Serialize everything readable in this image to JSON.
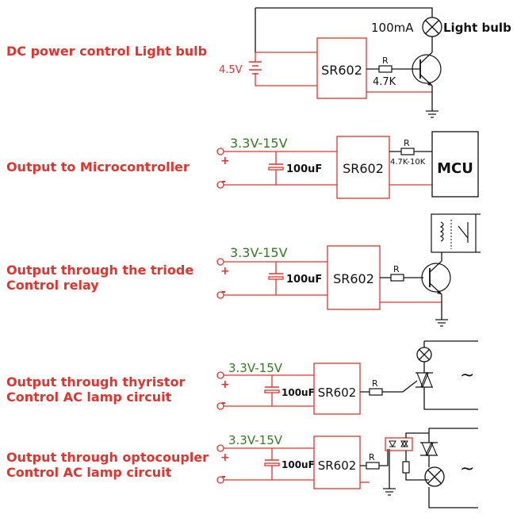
{
  "colors": {
    "red": "#e5322d",
    "green": "#2f7d1f",
    "black": "#111111"
  },
  "sections": [
    {
      "title_lines": [
        "DC power control Light bulb"
      ],
      "module": "SR602",
      "resistor_label": "R",
      "resistor_value": "4.7K",
      "battery_voltage": "4.5V",
      "bulb_current": "100mA",
      "bulb_label": "Light bulb"
    },
    {
      "title_lines": [
        "Output to Microcontroller"
      ],
      "voltage_range": "3.3V-15V",
      "capacitor": "100uF",
      "module": "SR602",
      "resistor_label": "R",
      "resistor_value": "4.7K-10K",
      "mcu_label": "MCU",
      "plus": "+",
      "minus": "-"
    },
    {
      "title_lines": [
        "Output through the triode",
        "Control relay"
      ],
      "voltage_range": "3.3V-15V",
      "capacitor": "100uF",
      "module": "SR602",
      "resistor_label": "R",
      "plus": "+",
      "minus": "-"
    },
    {
      "title_lines": [
        "Output through thyristor",
        "Control AC lamp circuit"
      ],
      "voltage_range": "3.3V-15V",
      "capacitor": "100uF",
      "module": "SR602",
      "resistor_label": "R",
      "plus": "+",
      "minus": "-",
      "ac_symbol": "~"
    },
    {
      "title_lines": [
        "Output through optocoupler",
        "Control AC lamp circuit"
      ],
      "voltage_range": "3.3V-15V",
      "capacitor": "100uF",
      "module": "SR602",
      "resistor_label": "R",
      "plus": "+",
      "minus": "-",
      "ac_symbol": "~"
    }
  ]
}
